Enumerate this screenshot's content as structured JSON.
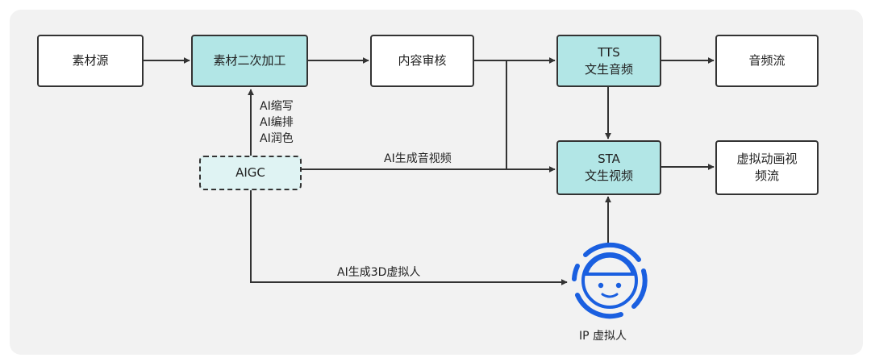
{
  "nodes": {
    "source": "素材源",
    "processing": "素材二次加工",
    "review": "内容审核",
    "tts_title": "TTS",
    "tts_sub": "文生音频",
    "audio_stream": "音频流",
    "sta_title": "STA",
    "sta_sub": "文生视频",
    "virtual_stream": "虚拟动画视频流",
    "aigc": "AIGC"
  },
  "labels": {
    "ai_abbrev": "AI缩写",
    "ai_layout": "AI编排",
    "ai_polish": "AI润色",
    "ai_av": "AI生成音视频",
    "ai_3d": "AI生成3D虚拟人",
    "ip_avatar": "IP 虚拟人"
  },
  "colors": {
    "process_fill": "#b2e6e6",
    "aigc_fill": "#dff3f3",
    "avatar_icon": "#1a5fe0",
    "line": "#333333"
  },
  "icons": {
    "ip_avatar_icon": "robot-face-icon"
  }
}
